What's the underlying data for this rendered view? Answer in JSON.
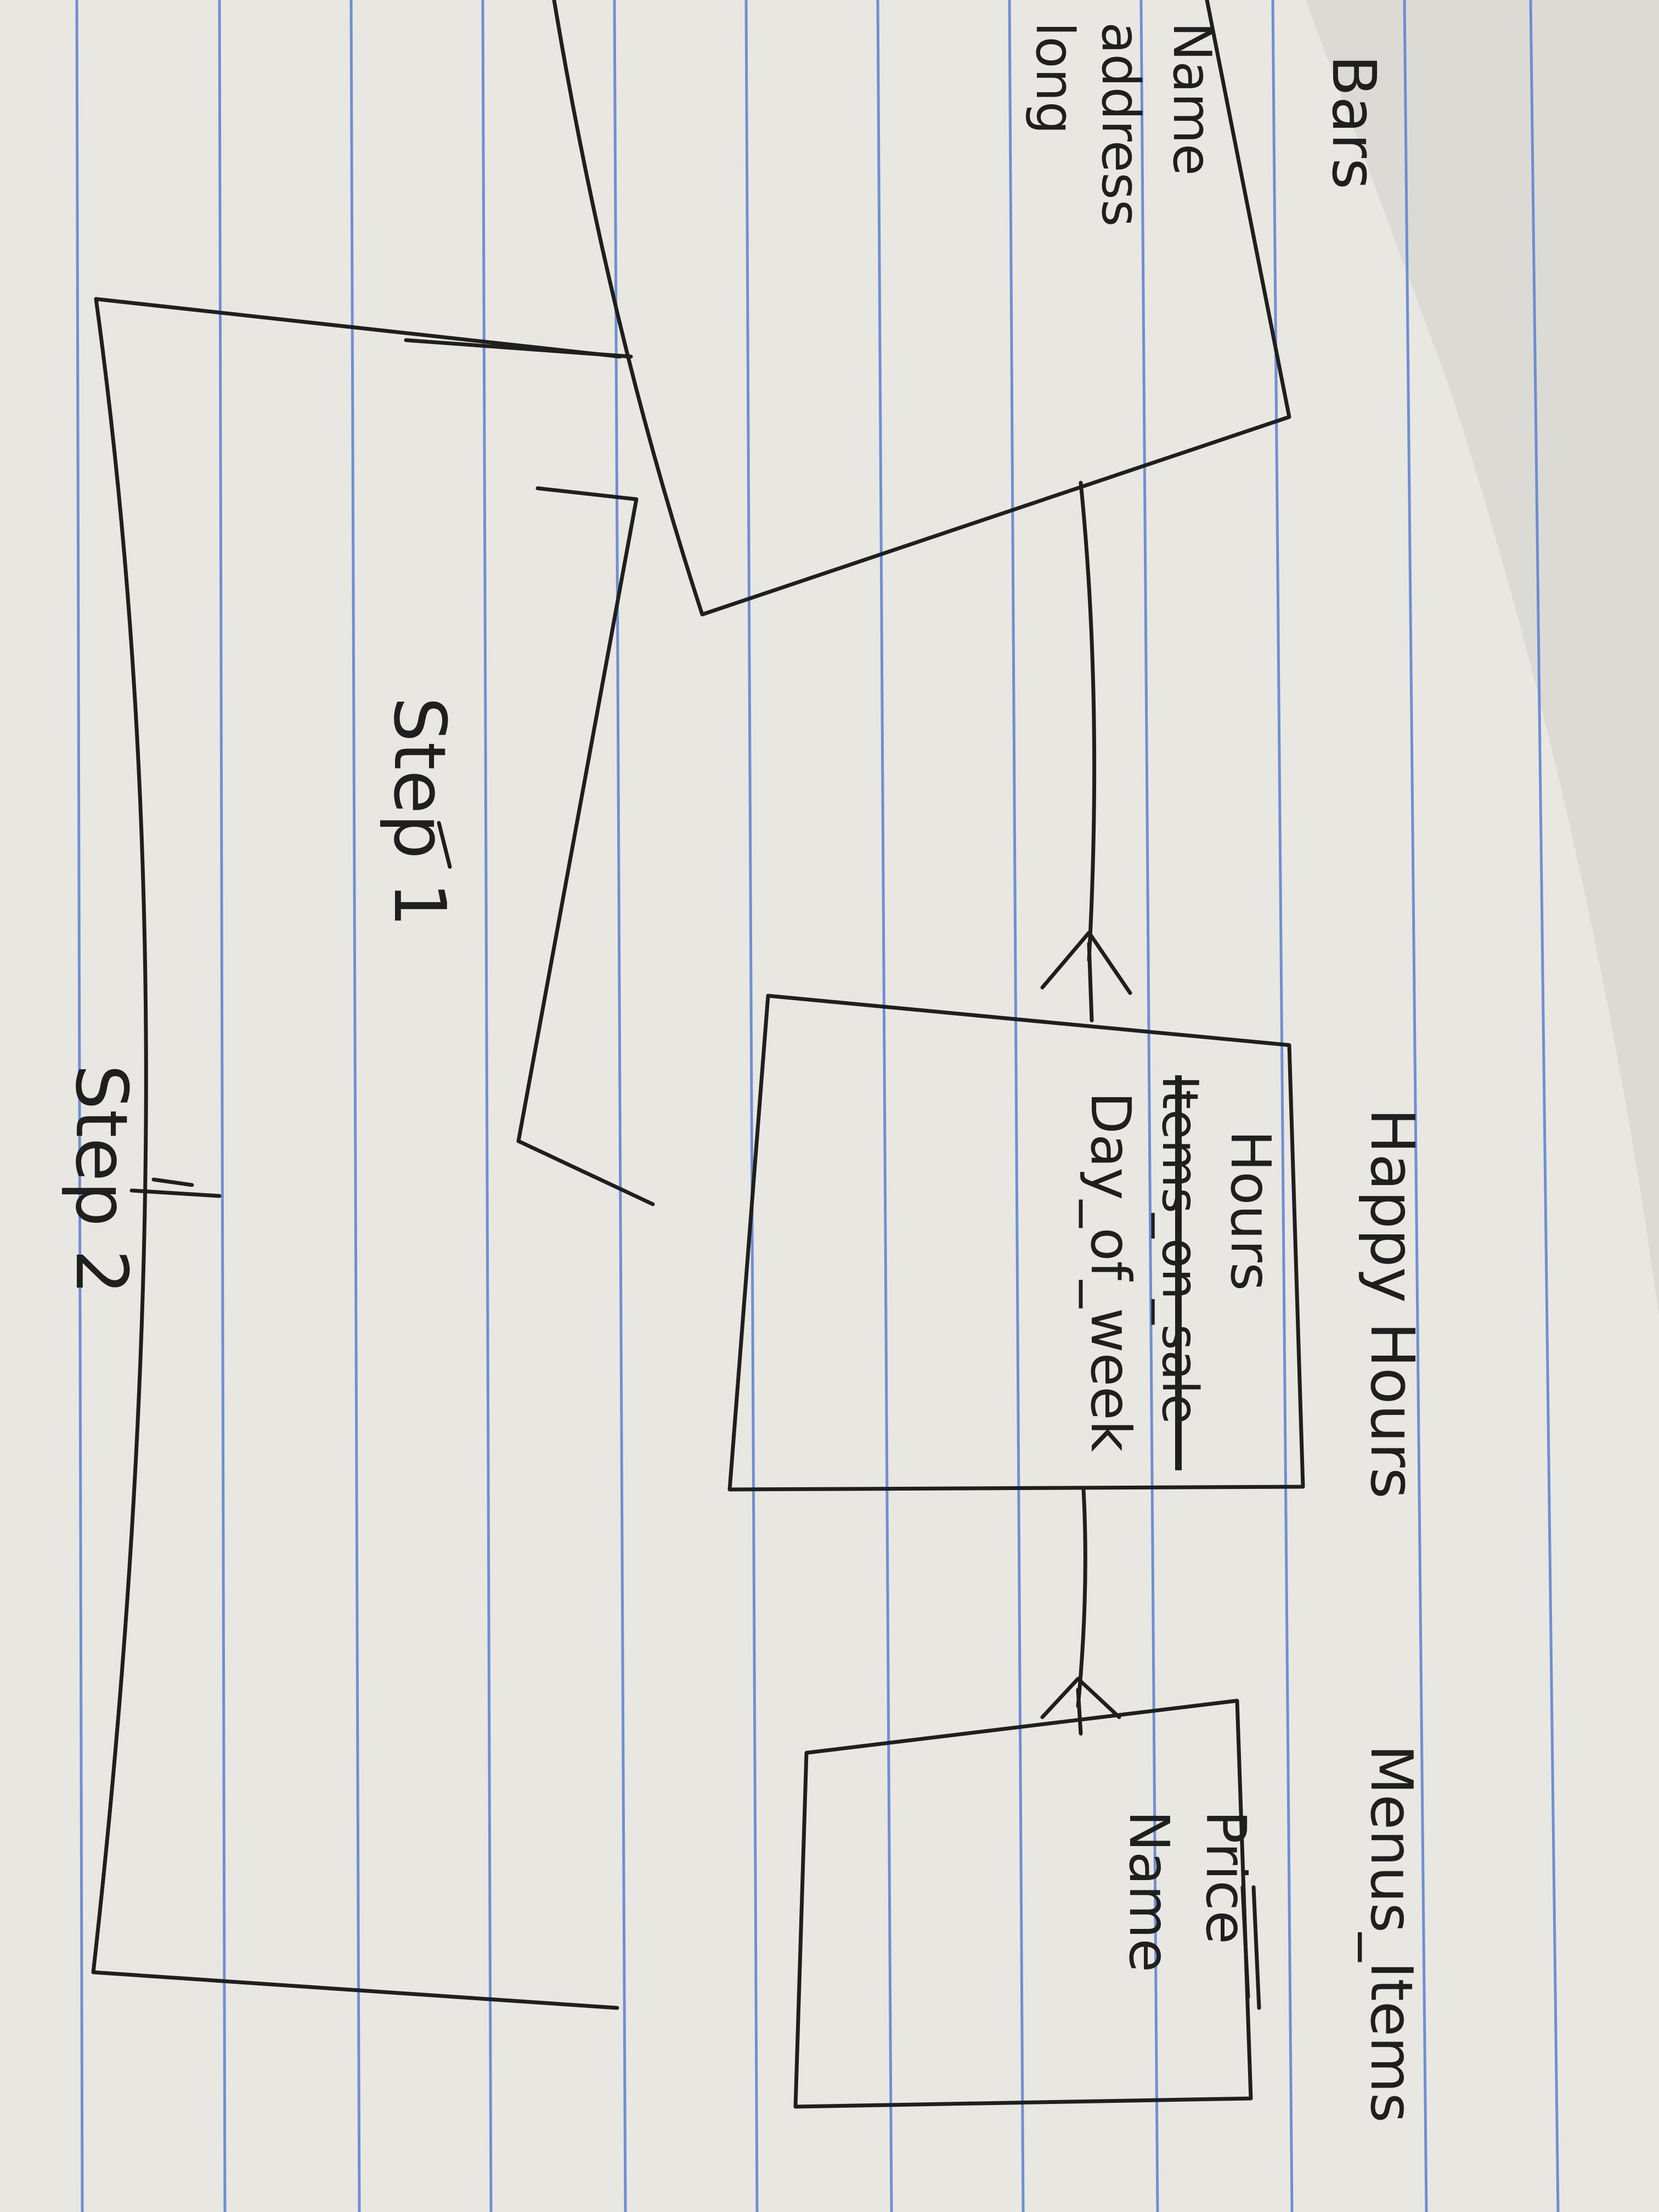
{
  "diagram": {
    "entities": [
      {
        "id": "bars",
        "title": "Bars",
        "attributes": [
          {
            "text": "Name",
            "struck": false
          },
          {
            "text": "address",
            "struck": false
          },
          {
            "text": "long",
            "struck": false
          }
        ]
      },
      {
        "id": "happy_hours",
        "title": "Happy Hours",
        "attributes": [
          {
            "text": "Hours",
            "struck": false
          },
          {
            "text": "Items_on_sale",
            "struck": true
          },
          {
            "text": "Day_of_week",
            "struck": false
          }
        ]
      },
      {
        "id": "menu_items",
        "title": "Menus_Items",
        "attributes": [
          {
            "text": "Price",
            "struck": false
          },
          {
            "text": "Name",
            "struck": false
          }
        ]
      }
    ],
    "groups": [
      {
        "id": "step1",
        "label": "Step 1"
      },
      {
        "id": "step2",
        "label": "Step 2"
      }
    ],
    "relationships": [
      {
        "from": "bars",
        "to": "happy_hours",
        "end": "crow-foot"
      },
      {
        "from": "happy_hours",
        "to": "menu_items",
        "end": "crow-foot"
      }
    ],
    "colors": {
      "paper": "#e9e7e1",
      "rule_line": "#5a7fd0",
      "ink": "#1f1f1f"
    }
  }
}
